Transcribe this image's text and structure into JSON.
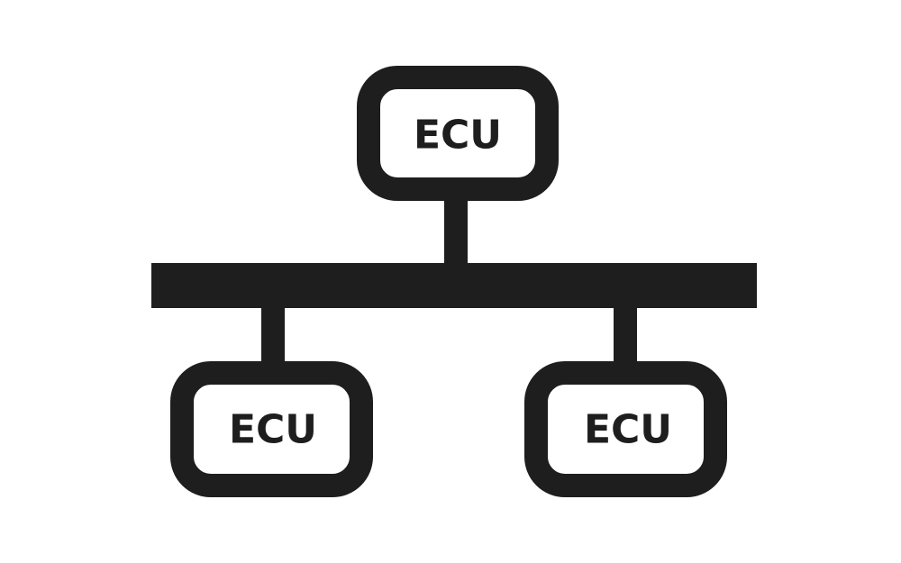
{
  "colors": {
    "background": "#ffffff",
    "ink": "#1e1e1e"
  },
  "nodes": [
    {
      "label": "ECU"
    },
    {
      "label": "ECU"
    },
    {
      "label": "ECU"
    }
  ]
}
